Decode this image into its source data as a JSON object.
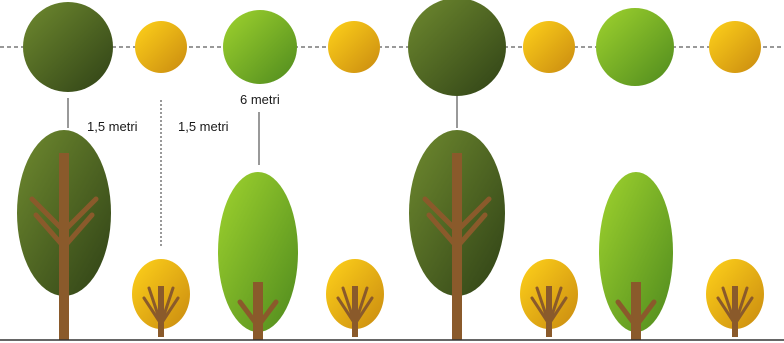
{
  "labels": {
    "spacing_left": "1,5 metri",
    "spacing_middle": "1,5 metri",
    "spacing_right": "6  metri"
  },
  "colors": {
    "dark_green_light": "#6f8a2f",
    "dark_green_dark": "#2f4116",
    "light_green_light": "#9fd32e",
    "light_green_dark": "#4f8a1e",
    "yellow_light": "#ffd21a",
    "yellow_dark": "#c98a10",
    "trunk": "#8a5a2b",
    "line": "#333333"
  },
  "plan_view": [
    {
      "type": "dark-green"
    },
    {
      "type": "yellow"
    },
    {
      "type": "light-green"
    },
    {
      "type": "yellow"
    },
    {
      "type": "dark-green"
    },
    {
      "type": "yellow"
    },
    {
      "type": "light-green"
    },
    {
      "type": "yellow"
    }
  ],
  "elevation_view": [
    {
      "type": "dark-green"
    },
    {
      "type": "yellow"
    },
    {
      "type": "light-green"
    },
    {
      "type": "yellow"
    },
    {
      "type": "dark-green"
    },
    {
      "type": "yellow"
    },
    {
      "type": "light-green"
    },
    {
      "type": "yellow"
    }
  ]
}
